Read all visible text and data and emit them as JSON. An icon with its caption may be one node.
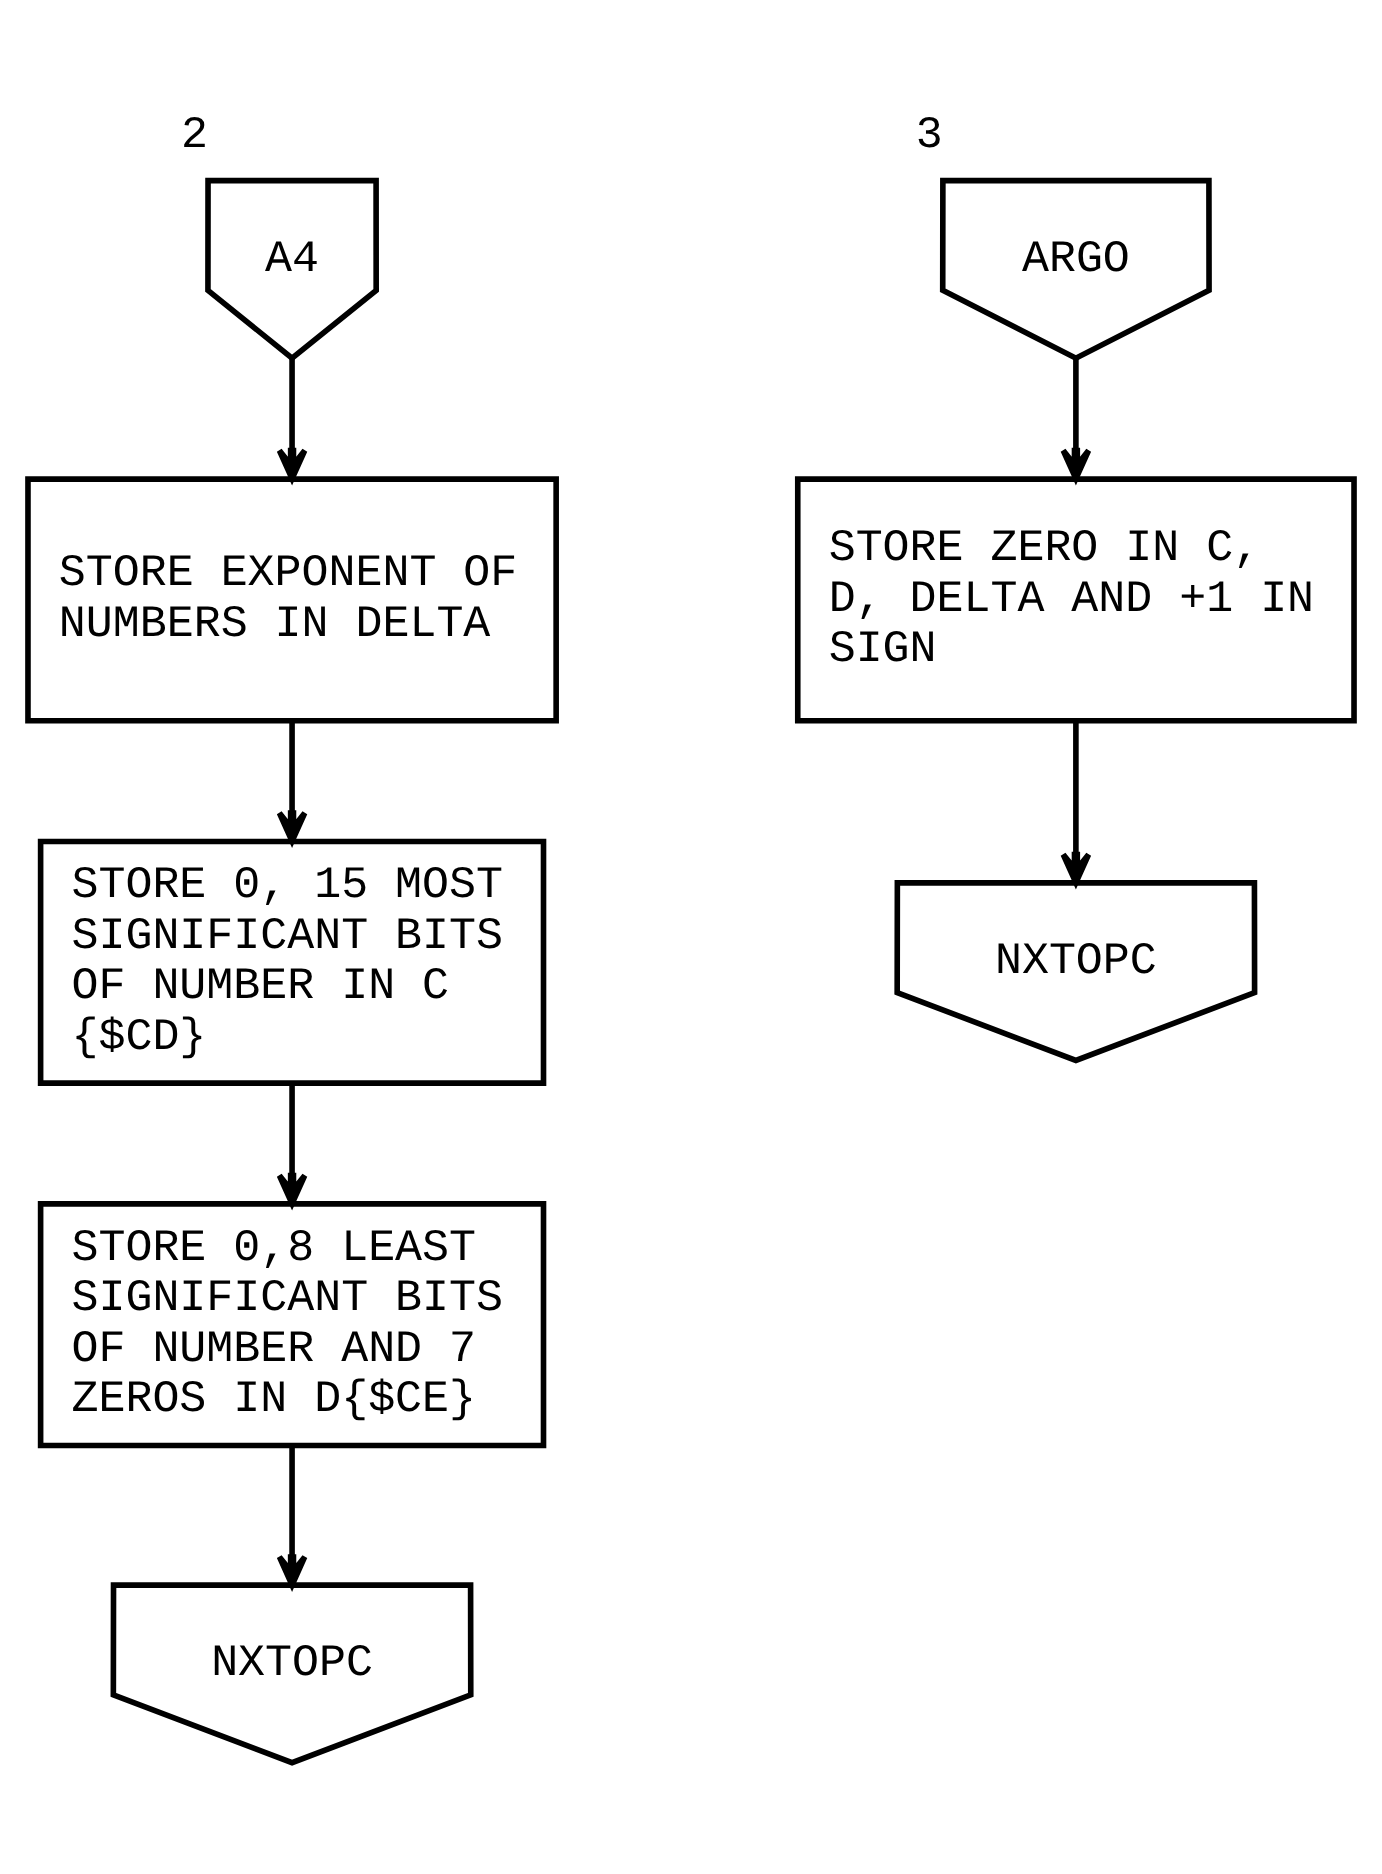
{
  "diagram": {
    "nodes": [
      {
        "text": [
          "A4"
        ],
        "beside": [
          "2"
        ]
      },
      {
        "text": [
          "STORE EXPONENT OF NUMBERS IN DELTA"
        ]
      },
      {
        "text": [
          "STORE 0, 15 MOST SIGNIFICANT BITS OF NUMBER IN C {$CD}"
        ]
      },
      {
        "text": [
          "STORE 0,8 LEAST SIGNIFICANT BITS OF NUMBER AND 7 ZEROS IN D{$CE}"
        ]
      },
      {
        "text": [
          "NXTOPC"
        ]
      },
      {
        "text": [
          "ARGO"
        ],
        "beside": [
          "3"
        ]
      },
      {
        "text": [
          "STORE ZERO IN C, D, DELTA AND +1 IN SIGN"
        ]
      },
      {
        "text": [
          "NXTOPC"
        ]
      }
    ],
    "edges": [
      {
        "from": 0,
        "to": 1,
        "arrow": "to"
      },
      {
        "from": 1,
        "to": 2,
        "arrow": "to"
      },
      {
        "from": 2,
        "to": 3,
        "arrow": "to"
      },
      {
        "from": 3,
        "to": 4,
        "arrow": "to"
      },
      {
        "from": 5,
        "to": 6,
        "arrow": "to"
      },
      {
        "from": 6,
        "to": 7,
        "arrow": "to"
      }
    ]
  }
}
